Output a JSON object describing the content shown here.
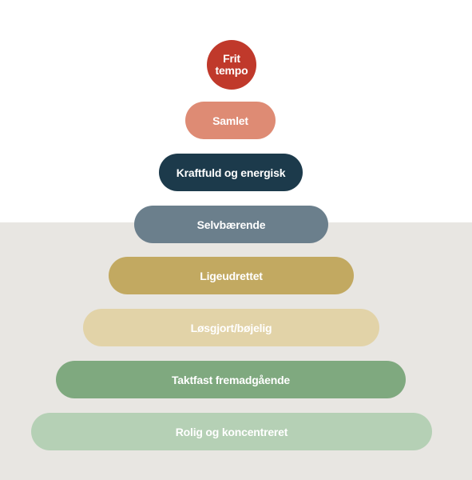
{
  "levels": [
    {
      "id": "l1",
      "label": "Frit\ntempo",
      "color": "#c0392b",
      "text_color": "#ffffff"
    },
    {
      "id": "l2",
      "label": "Samlet",
      "color": "#de8b74",
      "text_color": "#ffffff"
    },
    {
      "id": "l3",
      "label": "Kraftfuld og energisk",
      "color": "#1c3a4b",
      "text_color": "#ffffff"
    },
    {
      "id": "l4",
      "label": "Selvbærende",
      "color": "#6b7f8c",
      "text_color": "#ffffff"
    },
    {
      "id": "l5",
      "label": "Ligeudrettet",
      "color": "#c2a961",
      "text_color": "#ffffff"
    },
    {
      "id": "l6",
      "label": "Løsgjort/bøjelig",
      "color": "#e2d3a8",
      "text_color": "#ffffff"
    },
    {
      "id": "l7",
      "label": "Taktfast fremadgående",
      "color": "#7fa97f",
      "text_color": "#ffffff"
    },
    {
      "id": "l8",
      "label": "Rolig og koncentreret",
      "color": "#b5d0b5",
      "text_color": "#ffffff"
    }
  ],
  "background": {
    "upper": "#ffffff",
    "lower": "#e8e6e2"
  }
}
